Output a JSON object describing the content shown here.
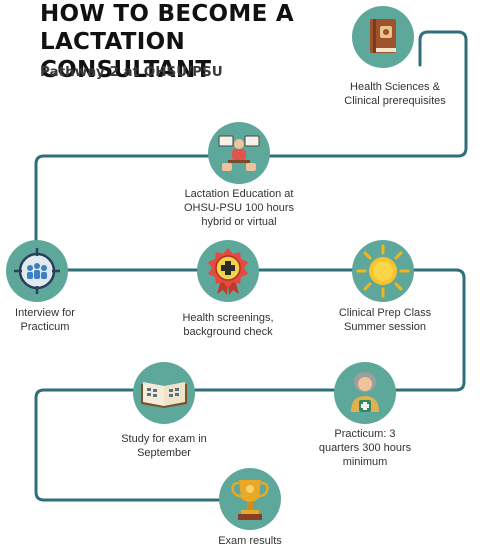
{
  "title": "HOW TO BECOME A LACTATION CONSULTANT",
  "subtitle": "Pathway 2 at OHSU/PSU",
  "colors": {
    "path": "#2f6f7a",
    "circle": "#5ea89b"
  },
  "steps": [
    {
      "icon": "book-icon",
      "label": "Health Sciences &\nClinical prerequisites"
    },
    {
      "icon": "teacher-icon",
      "label": "Lactation Education at\nOHSU-PSU 100 hours\nhybrid or virtual"
    },
    {
      "icon": "target-group-icon",
      "label": "Interview for\nPracticum"
    },
    {
      "icon": "medical-badge-icon",
      "label": "Health screenings,\nbackground check"
    },
    {
      "icon": "sun-icon",
      "label": "Clinical Prep Class\nSummer session"
    },
    {
      "icon": "nurse-icon",
      "label": "Practicum: 3\nquarters 300 hours\nminimum"
    },
    {
      "icon": "open-book-icon",
      "label": "Study for exam in\nSeptember"
    },
    {
      "icon": "trophy-icon",
      "label": "Exam results"
    }
  ]
}
